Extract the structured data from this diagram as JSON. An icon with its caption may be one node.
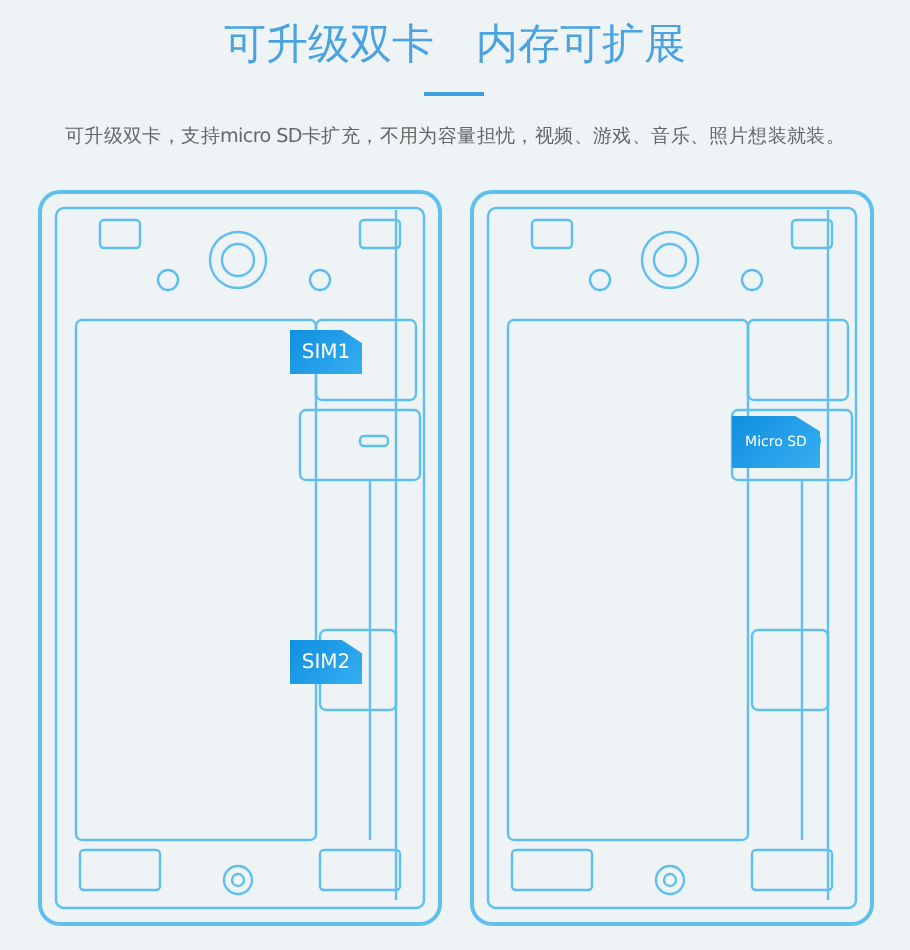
{
  "diagram": {
    "title": "可升级双卡　内存可扩展",
    "nodes": [
      {
        "text": [
          "SIM1"
        ]
      },
      {
        "text": [
          "SIM2"
        ]
      },
      {
        "text": [
          "Micro SD"
        ]
      }
    ],
    "labels": [
      "可升级双卡，支持micro SD卡扩充，不用为容量担忧，视频、游戏、音乐、照片想装就装。"
    ]
  }
}
